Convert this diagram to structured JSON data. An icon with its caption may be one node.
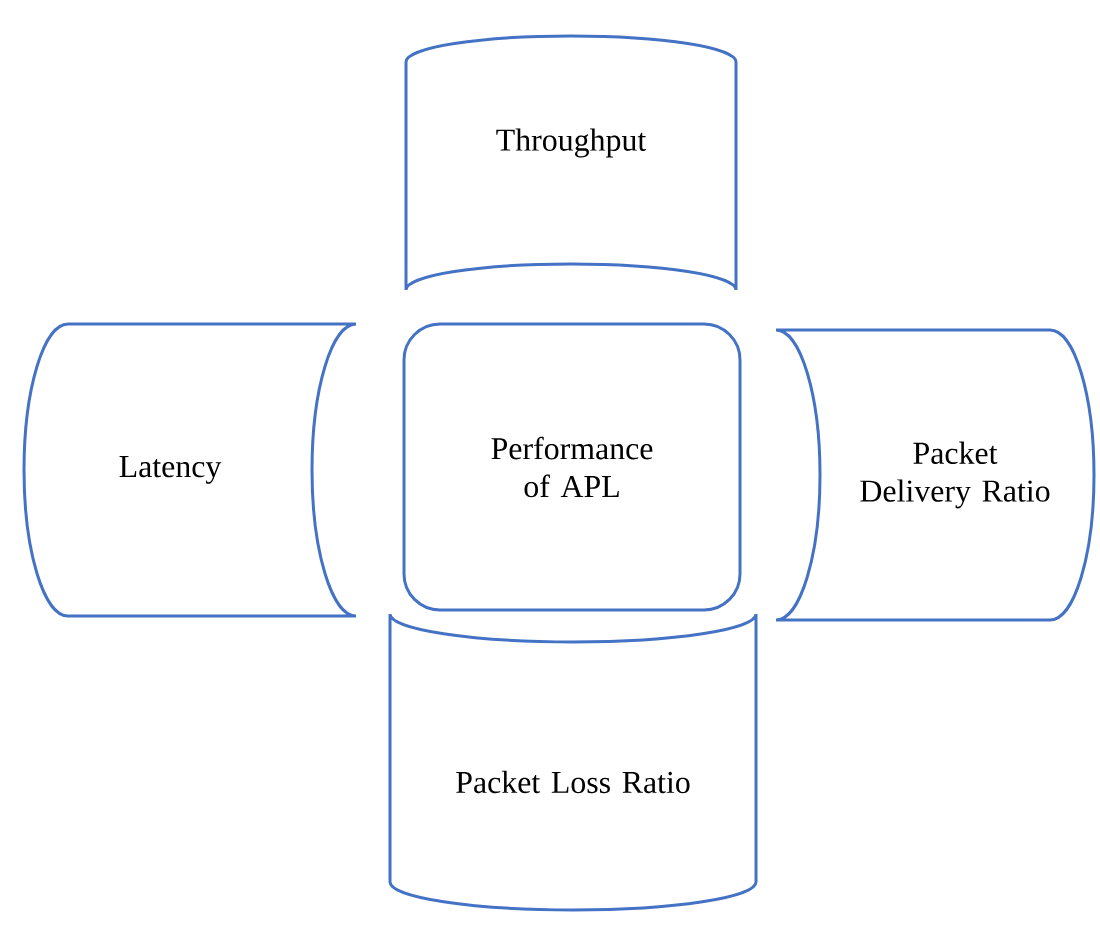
{
  "diagram": {
    "nodes": [
      {
        "text": [
          "Performance of APL"
        ]
      },
      {
        "text": [
          "Throughput"
        ]
      },
      {
        "text": [
          "Latency"
        ]
      },
      {
        "text": [
          "Packet Delivery Ratio"
        ]
      },
      {
        "text": [
          "Packet Loss Ratio"
        ]
      }
    ]
  }
}
